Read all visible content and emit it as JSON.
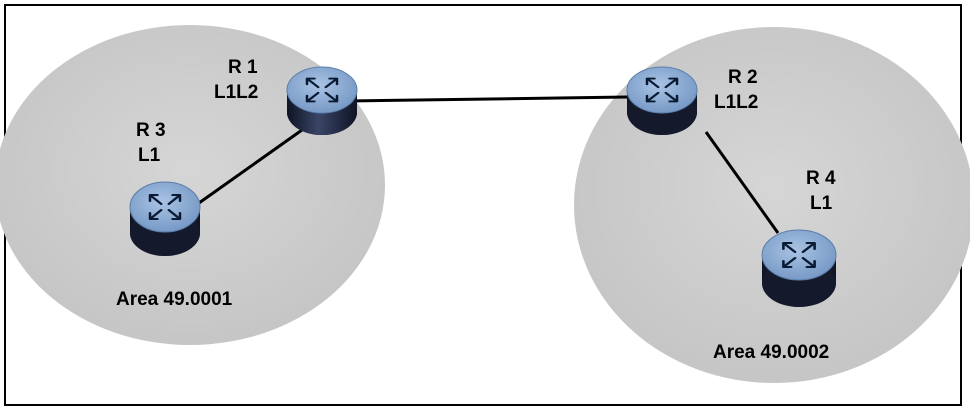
{
  "areas": [
    {
      "id": "area-1",
      "label": "Area 49.0001"
    },
    {
      "id": "area-2",
      "label": "Area 49.0002"
    }
  ],
  "routers": [
    {
      "id": "r1",
      "name": "R 1",
      "level": "L1L2"
    },
    {
      "id": "r2",
      "name": "R 2",
      "level": "L1L2"
    },
    {
      "id": "r3",
      "name": "R 3",
      "level": "L1"
    },
    {
      "id": "r4",
      "name": "R 4",
      "level": "L1"
    }
  ],
  "links": [
    {
      "from": "R 1",
      "to": "R 2"
    },
    {
      "from": "R 1",
      "to": "R 3"
    },
    {
      "from": "R 2",
      "to": "R 4"
    }
  ],
  "colors": {
    "area_fill": "#cfcfcf",
    "router_top": "#86a6cf",
    "router_side": "#1d2438",
    "arrow": "#0a1a33",
    "link": "#000000"
  },
  "icons": {
    "router": "router-icon"
  }
}
